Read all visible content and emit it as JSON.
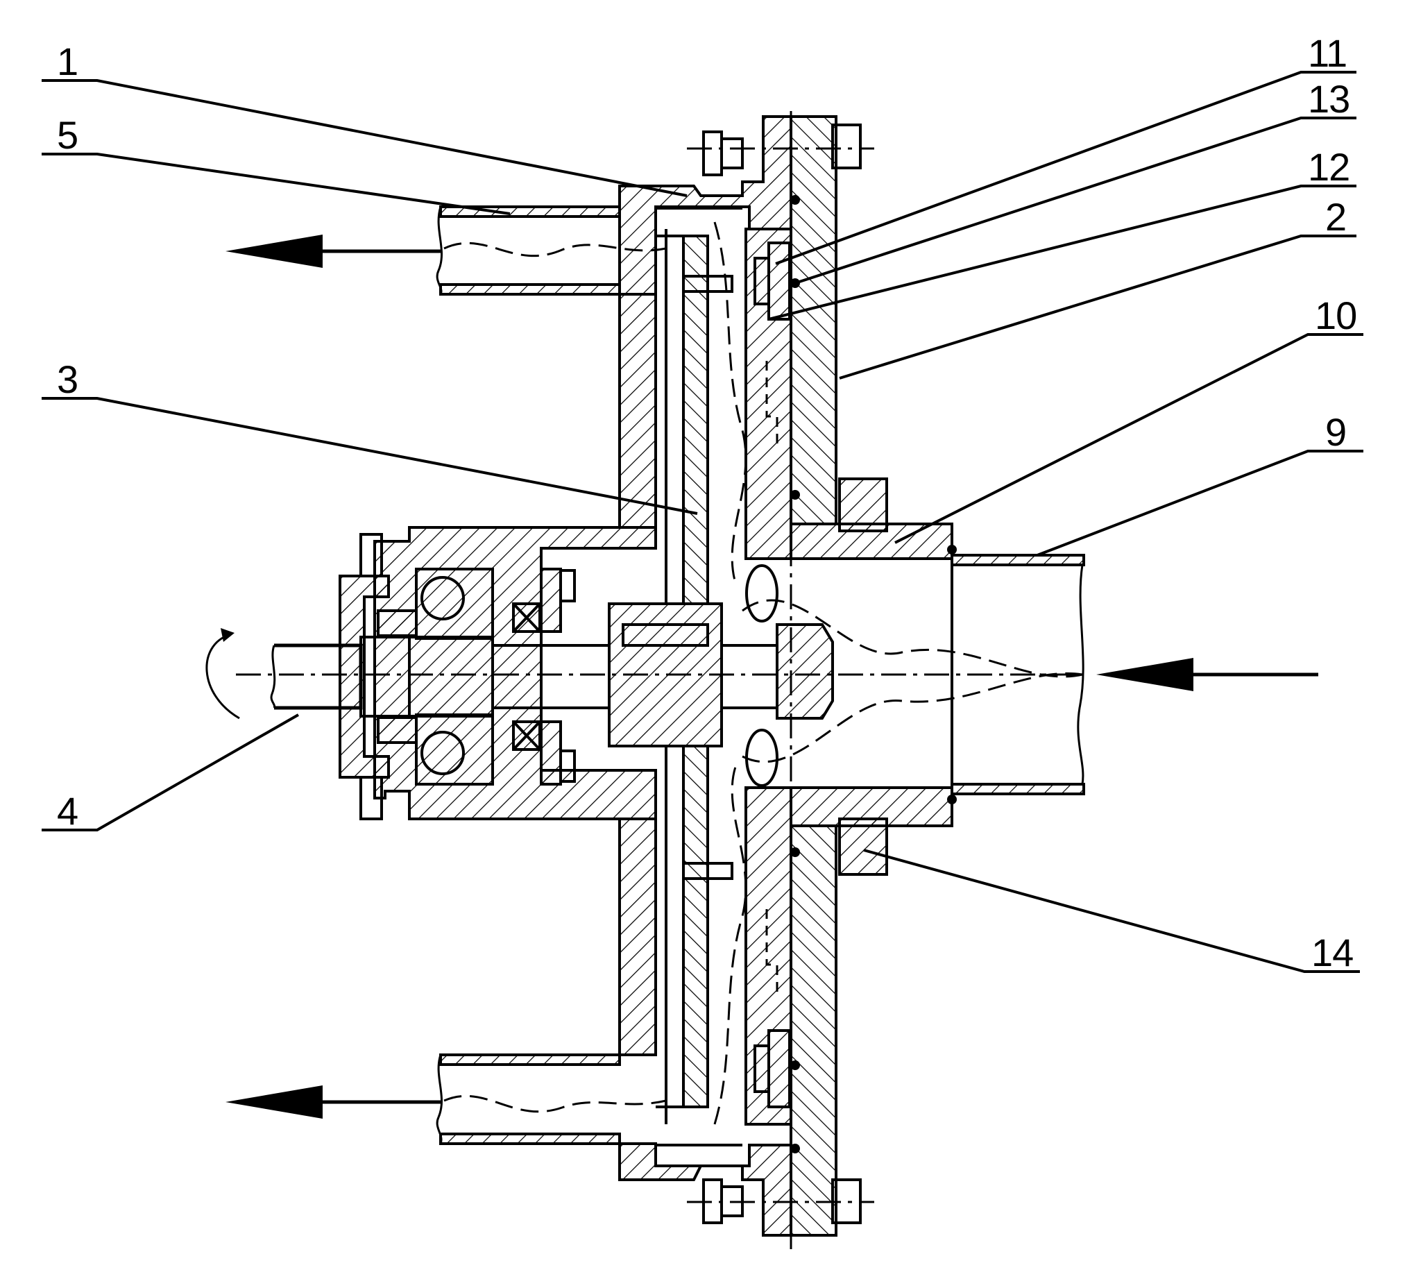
{
  "diagram": {
    "part_labels": [
      {
        "id": "1",
        "text": "1"
      },
      {
        "id": "5",
        "text": "5"
      },
      {
        "id": "3",
        "text": "3"
      },
      {
        "id": "4",
        "text": "4"
      },
      {
        "id": "11",
        "text": "11"
      },
      {
        "id": "13",
        "text": "13"
      },
      {
        "id": "12",
        "text": "12"
      },
      {
        "id": "2",
        "text": "2"
      },
      {
        "id": "10",
        "text": "10"
      },
      {
        "id": "9",
        "text": "9"
      },
      {
        "id": "14",
        "text": "14"
      }
    ],
    "flow_arrows": [
      "outlet-top",
      "outlet-bottom",
      "inlet"
    ],
    "rotation_indicator": "curved-arrow"
  }
}
